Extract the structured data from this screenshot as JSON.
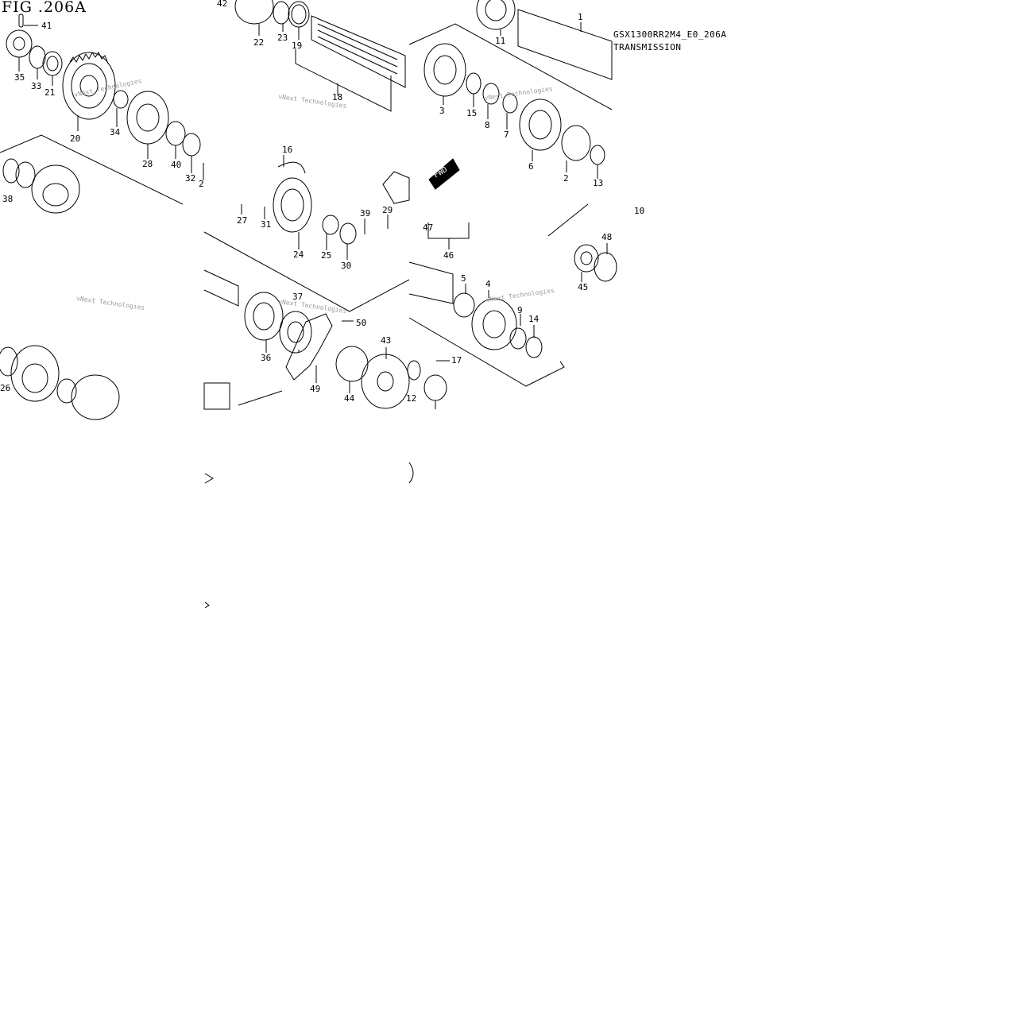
{
  "figure": {
    "title": "FIG .206A",
    "code": "GSX1300RR2M4_E0_206A",
    "section": "TRANSMISSION"
  },
  "watermark": "vNext Technologies",
  "direction_label": "FWD",
  "part_numbers": [
    "1",
    "2",
    "3",
    "4",
    "5",
    "6",
    "7",
    "8",
    "9",
    "10",
    "11",
    "12",
    "13",
    "14",
    "15",
    "16",
    "17",
    "18",
    "19",
    "20",
    "21",
    "22",
    "23",
    "24",
    "25",
    "26",
    "27",
    "28",
    "29",
    "30",
    "31",
    "32",
    "33",
    "34",
    "35",
    "36",
    "37",
    "38",
    "39",
    "40",
    "41",
    "42",
    "43",
    "44",
    "45",
    "46",
    "47",
    "48",
    "49",
    "50"
  ],
  "colors": {
    "ink": "#000000",
    "background": "#ffffff",
    "watermark": "#9a9a9a"
  }
}
